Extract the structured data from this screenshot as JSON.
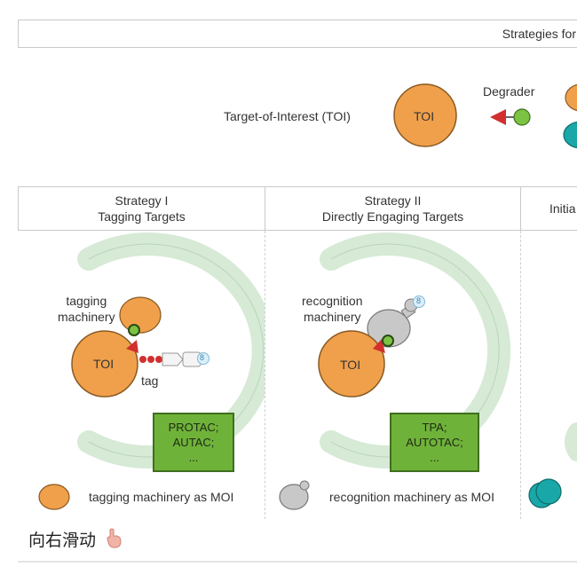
{
  "header": {
    "title": "Strategies for"
  },
  "top": {
    "toi_label": "Target-of-Interest (TOI)",
    "toi_text": "TOI",
    "degrader_label": "Degrader"
  },
  "columns": [
    {
      "line1": "Strategy I",
      "line2": "Tagging Targets"
    },
    {
      "line1": "Strategy II",
      "line2": "Directly Engaging Targets"
    },
    {
      "line1": "Initia"
    }
  ],
  "strategy1": {
    "machinery_line1": "tagging",
    "machinery_line2": "machinery",
    "toi_text": "TOI",
    "tag_label": "tag",
    "badge": "8",
    "box_line1": "PROTAC;",
    "box_line2": "AUTAC;",
    "box_line3": "...",
    "legend": "tagging machinery as MOI"
  },
  "strategy2": {
    "machinery_line1": "recognition",
    "machinery_line2": "machinery",
    "toi_text": "TOI",
    "badge": "8",
    "box_line1": "TPA;",
    "box_line2": "AUTOTAC;",
    "box_line3": "...",
    "legend": "recognition machinery as MOI"
  },
  "footer": {
    "swipe_text": "向右滑动",
    "hand_icon": "pointing-hand-icon"
  },
  "colors": {
    "orange": "#f0a04b",
    "green_arc": "#d6ead6",
    "green_box": "#6fb23a",
    "red": "#d22f2f",
    "teal": "#1aa7a8",
    "gray": "#c8c8c8"
  }
}
